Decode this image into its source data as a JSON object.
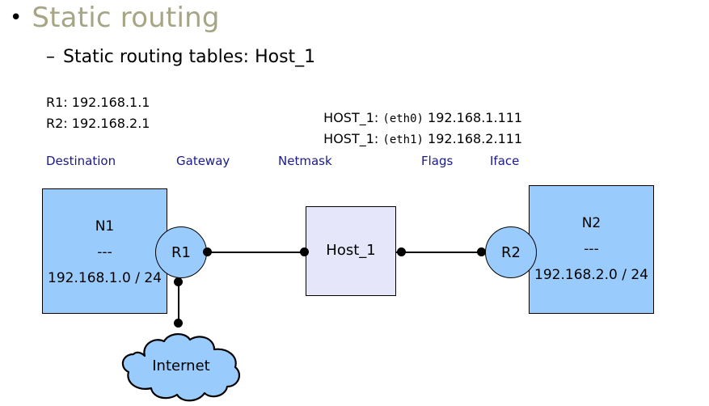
{
  "slide": {
    "title": "Static routing",
    "bullet_glyph": "•",
    "subtitle": "Static routing tables: Host_1",
    "subtitle_dash": "–"
  },
  "addresses": {
    "left": [
      "R1: 192.168.1.1",
      "R2: 192.168.2.1"
    ],
    "right": [
      {
        "prefix": "HOST_1: ",
        "iface": "(eth0)",
        "suffix": " 192.168.1.111"
      },
      {
        "prefix": "HOST_1: ",
        "iface": "(eth1)",
        "suffix": " 192.168.2.111"
      }
    ]
  },
  "table_headers": {
    "destination": "Destination",
    "gateway": "Gateway",
    "netmask": "Netmask",
    "flags": "Flags",
    "iface": "Iface",
    "color": "#1a1a8c"
  },
  "diagram": {
    "n1": {
      "name": "N1",
      "separator": "---",
      "subnet": "192.168.1.0 / 24",
      "fill": "#99ccfc"
    },
    "n2": {
      "name": "N2",
      "separator": "---",
      "subnet": "192.168.2.0 / 24",
      "fill": "#99ccfc"
    },
    "host": {
      "label": "Host_1",
      "fill": "#e6e6fa"
    },
    "routers": [
      {
        "label": "R1",
        "fill": "#99ccfc"
      },
      {
        "label": "R2",
        "fill": "#99ccfc"
      }
    ],
    "cloud": {
      "label": "Internet",
      "fill": "#99ccfc"
    }
  },
  "colors": {
    "title": "#a6a585",
    "header_blue": "#1a1a8c",
    "node_blue": "#99ccfc",
    "host_lavender": "#e6e6fa",
    "stroke": "#000000",
    "background": "#ffffff"
  }
}
